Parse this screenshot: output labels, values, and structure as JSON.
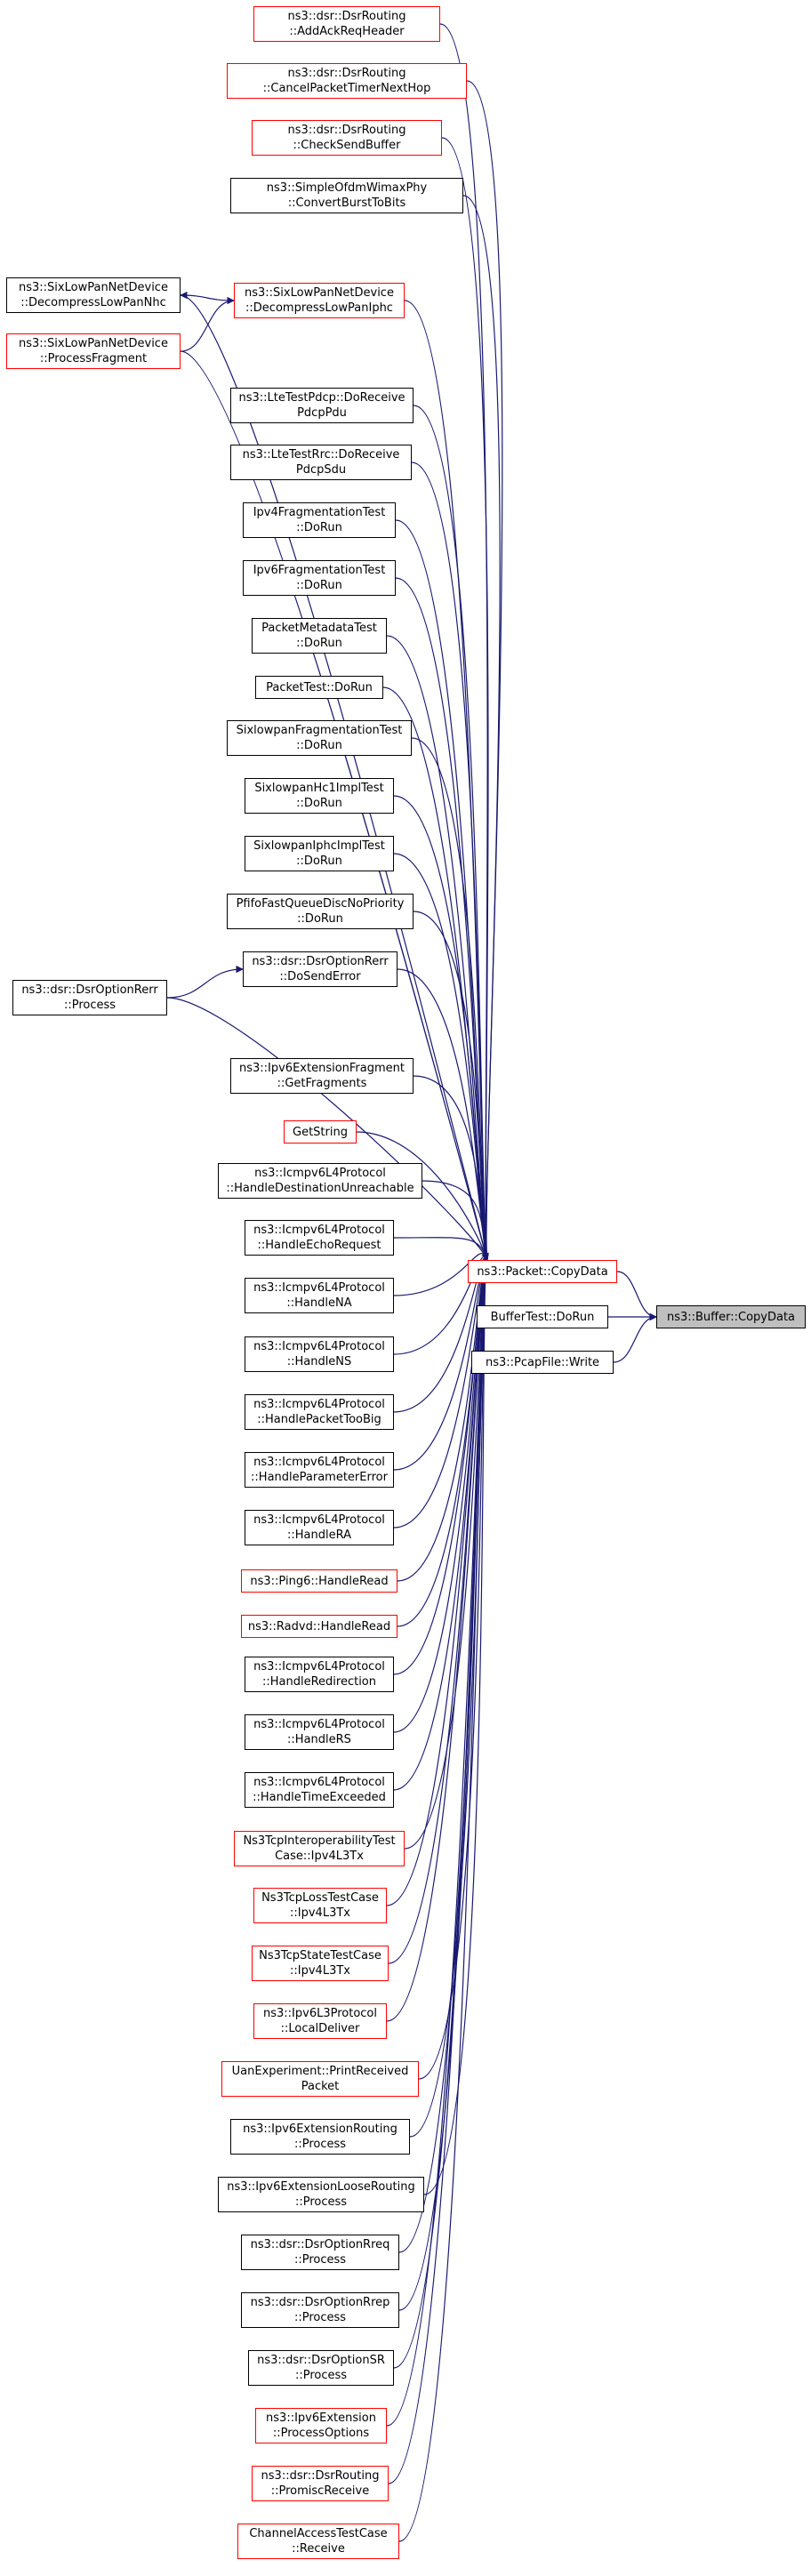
{
  "colors": {
    "edge": "#191970",
    "node_border": "#000000",
    "truncated_border": "#ff0000",
    "target_fill": "#bfbfbf"
  },
  "nodes": {
    "add_ack_req_header": {
      "line1": "ns3::dsr::DsrRouting",
      "line2": "::AddAckReqHeader",
      "truncated": true
    },
    "cancel_packet_timer": {
      "line1": "ns3::dsr::DsrRouting",
      "line2": "::CancelPacketTimerNextHop",
      "truncated": true
    },
    "check_send_buffer": {
      "line1": "ns3::dsr::DsrRouting",
      "line2": "::CheckSendBuffer",
      "truncated": true
    },
    "convert_burst": {
      "line1": "ns3::SimpleOfdmWimaxPhy",
      "line2": "::ConvertBurstToBits",
      "truncated": false
    },
    "decompress_nhc": {
      "line1": "ns3::SixLowPanNetDevice",
      "line2": "::DecompressLowPanNhc",
      "truncated": false
    },
    "decompress_iphc": {
      "line1": "ns3::SixLowPanNetDevice",
      "line2": "::DecompressLowPanIphc",
      "truncated": true
    },
    "process_fragment": {
      "line1": "ns3::SixLowPanNetDevice",
      "line2": "::ProcessFragment",
      "truncated": true
    },
    "lte_pdcp": {
      "line1": "ns3::LteTestPdcp::DoReceive",
      "line2": "PdcpPdu",
      "truncated": false
    },
    "lte_rrc": {
      "line1": "ns3::LteTestRrc::DoReceive",
      "line2": "PdcpSdu",
      "truncated": false
    },
    "ipv4_frag": {
      "line1": "Ipv4FragmentationTest",
      "line2": "::DoRun",
      "truncated": false
    },
    "ipv6_frag": {
      "line1": "Ipv6FragmentationTest",
      "line2": "::DoRun",
      "truncated": false
    },
    "packet_metadata": {
      "line1": "PacketMetadataTest",
      "line2": "::DoRun",
      "truncated": false
    },
    "packet_test": {
      "line1": "PacketTest::DoRun",
      "line2": "",
      "truncated": false
    },
    "sixlowpan_frag": {
      "line1": "SixlowpanFragmentationTest",
      "line2": "::DoRun",
      "truncated": false
    },
    "sixlowpan_hc1": {
      "line1": "SixlowpanHc1ImplTest",
      "line2": "::DoRun",
      "truncated": false
    },
    "sixlowpan_iphc": {
      "line1": "SixlowpanIphcImplTest",
      "line2": "::DoRun",
      "truncated": false
    },
    "pfifo": {
      "line1": "PfifoFastQueueDiscNoPriority",
      "line2": "::DoRun",
      "truncated": false
    },
    "do_send_error": {
      "line1": "ns3::dsr::DsrOptionRerr",
      "line2": "::DoSendError",
      "truncated": false
    },
    "rerr_process": {
      "line1": "ns3::dsr::DsrOptionRerr",
      "line2": "::Process",
      "truncated": false
    },
    "get_fragments": {
      "line1": "ns3::Ipv6ExtensionFragment",
      "line2": "::GetFragments",
      "truncated": false
    },
    "get_string": {
      "line1": "GetString",
      "line2": "",
      "truncated": true
    },
    "dest_unreachable": {
      "line1": "ns3::Icmpv6L4Protocol",
      "line2": "::HandleDestinationUnreachable",
      "truncated": false
    },
    "echo_request": {
      "line1": "ns3::Icmpv6L4Protocol",
      "line2": "::HandleEchoRequest",
      "truncated": false
    },
    "handle_na": {
      "line1": "ns3::Icmpv6L4Protocol",
      "line2": "::HandleNA",
      "truncated": false
    },
    "handle_ns": {
      "line1": "ns3::Icmpv6L4Protocol",
      "line2": "::HandleNS",
      "truncated": false
    },
    "packet_too_big": {
      "line1": "ns3::Icmpv6L4Protocol",
      "line2": "::HandlePacketTooBig",
      "truncated": false
    },
    "parameter_error": {
      "line1": "ns3::Icmpv6L4Protocol",
      "line2": "::HandleParameterError",
      "truncated": false
    },
    "handle_ra": {
      "line1": "ns3::Icmpv6L4Protocol",
      "line2": "::HandleRA",
      "truncated": false
    },
    "ping6_read": {
      "line1": "ns3::Ping6::HandleRead",
      "line2": "",
      "truncated": true
    },
    "radvd_read": {
      "line1": "ns3::Radvd::HandleRead",
      "line2": "",
      "truncated": true
    },
    "redirection": {
      "line1": "ns3::Icmpv6L4Protocol",
      "line2": "::HandleRedirection",
      "truncated": false
    },
    "handle_rs": {
      "line1": "ns3::Icmpv6L4Protocol",
      "line2": "::HandleRS",
      "truncated": false
    },
    "time_exceeded": {
      "line1": "ns3::Icmpv6L4Protocol",
      "line2": "::HandleTimeExceeded",
      "truncated": false
    },
    "ns3tcp_interop": {
      "line1": "Ns3TcpInteroperabilityTest",
      "line2": "Case::Ipv4L3Tx",
      "truncated": true
    },
    "ns3tcp_loss": {
      "line1": "Ns3TcpLossTestCase",
      "line2": "::Ipv4L3Tx",
      "truncated": true
    },
    "ns3tcp_state": {
      "line1": "Ns3TcpStateTestCase",
      "line2": "::Ipv4L3Tx",
      "truncated": true
    },
    "local_deliver": {
      "line1": "ns3::Ipv6L3Protocol",
      "line2": "::LocalDeliver",
      "truncated": true
    },
    "uan_print": {
      "line1": "UanExperiment::PrintReceived",
      "line2": "Packet",
      "truncated": true
    },
    "ext_routing": {
      "line1": "ns3::Ipv6ExtensionRouting",
      "line2": "::Process",
      "truncated": false
    },
    "loose_routing": {
      "line1": "ns3::Ipv6ExtensionLooseRouting",
      "line2": "::Process",
      "truncated": false
    },
    "rreq": {
      "line1": "ns3::dsr::DsrOptionRreq",
      "line2": "::Process",
      "truncated": false
    },
    "rrep": {
      "line1": "ns3::dsr::DsrOptionRrep",
      "line2": "::Process",
      "truncated": false
    },
    "sr": {
      "line1": "ns3::dsr::DsrOptionSR",
      "line2": "::Process",
      "truncated": false
    },
    "process_options": {
      "line1": "ns3::Ipv6Extension",
      "line2": "::ProcessOptions",
      "truncated": true
    },
    "promisc": {
      "line1": "ns3::dsr::DsrRouting",
      "line2": "::PromiscReceive",
      "truncated": true
    },
    "channel_access": {
      "line1": "ChannelAccessTestCase",
      "line2": "::Receive",
      "truncated": true
    },
    "packet_copydata": {
      "line1": "ns3::Packet::CopyData",
      "line2": "",
      "truncated": true
    },
    "buffertest": {
      "line1": "BufferTest::DoRun",
      "line2": "",
      "truncated": false
    },
    "pcapfile_write": {
      "line1": "ns3::PcapFile::Write",
      "line2": "",
      "truncated": false
    },
    "buffer_copydata": {
      "line1": "ns3::Buffer::CopyData",
      "line2": "",
      "truncated": false
    }
  },
  "edges": [
    [
      "packet_copydata",
      "buffer_copydata"
    ],
    [
      "buffertest",
      "buffer_copydata"
    ],
    [
      "pcapfile_write",
      "buffer_copydata"
    ],
    [
      "add_ack_req_header",
      "packet_copydata"
    ],
    [
      "cancel_packet_timer",
      "packet_copydata"
    ],
    [
      "check_send_buffer",
      "packet_copydata"
    ],
    [
      "convert_burst",
      "packet_copydata"
    ],
    [
      "decompress_nhc",
      "packet_copydata"
    ],
    [
      "decompress_iphc",
      "packet_copydata"
    ],
    [
      "decompress_iphc",
      "decompress_nhc"
    ],
    [
      "process_fragment",
      "decompress_iphc"
    ],
    [
      "process_fragment",
      "packet_copydata"
    ],
    [
      "lte_pdcp",
      "packet_copydata"
    ],
    [
      "lte_rrc",
      "packet_copydata"
    ],
    [
      "ipv4_frag",
      "packet_copydata"
    ],
    [
      "ipv6_frag",
      "packet_copydata"
    ],
    [
      "packet_metadata",
      "packet_copydata"
    ],
    [
      "packet_test",
      "packet_copydata"
    ],
    [
      "sixlowpan_frag",
      "packet_copydata"
    ],
    [
      "sixlowpan_hc1",
      "packet_copydata"
    ],
    [
      "sixlowpan_iphc",
      "packet_copydata"
    ],
    [
      "pfifo",
      "packet_copydata"
    ],
    [
      "do_send_error",
      "packet_copydata"
    ],
    [
      "rerr_process",
      "do_send_error"
    ],
    [
      "rerr_process",
      "packet_copydata"
    ],
    [
      "get_fragments",
      "packet_copydata"
    ],
    [
      "get_string",
      "packet_copydata"
    ],
    [
      "dest_unreachable",
      "packet_copydata"
    ],
    [
      "echo_request",
      "packet_copydata"
    ],
    [
      "handle_na",
      "packet_copydata"
    ],
    [
      "handle_ns",
      "packet_copydata"
    ],
    [
      "packet_too_big",
      "packet_copydata"
    ],
    [
      "parameter_error",
      "packet_copydata"
    ],
    [
      "handle_ra",
      "packet_copydata"
    ],
    [
      "ping6_read",
      "packet_copydata"
    ],
    [
      "radvd_read",
      "packet_copydata"
    ],
    [
      "redirection",
      "packet_copydata"
    ],
    [
      "handle_rs",
      "packet_copydata"
    ],
    [
      "time_exceeded",
      "packet_copydata"
    ],
    [
      "ns3tcp_interop",
      "packet_copydata"
    ],
    [
      "ns3tcp_loss",
      "packet_copydata"
    ],
    [
      "ns3tcp_state",
      "packet_copydata"
    ],
    [
      "local_deliver",
      "packet_copydata"
    ],
    [
      "uan_print",
      "packet_copydata"
    ],
    [
      "ext_routing",
      "packet_copydata"
    ],
    [
      "loose_routing",
      "packet_copydata"
    ],
    [
      "rreq",
      "packet_copydata"
    ],
    [
      "rrep",
      "packet_copydata"
    ],
    [
      "sr",
      "packet_copydata"
    ],
    [
      "process_options",
      "packet_copydata"
    ],
    [
      "promisc",
      "packet_copydata"
    ],
    [
      "channel_access",
      "packet_copydata"
    ]
  ]
}
